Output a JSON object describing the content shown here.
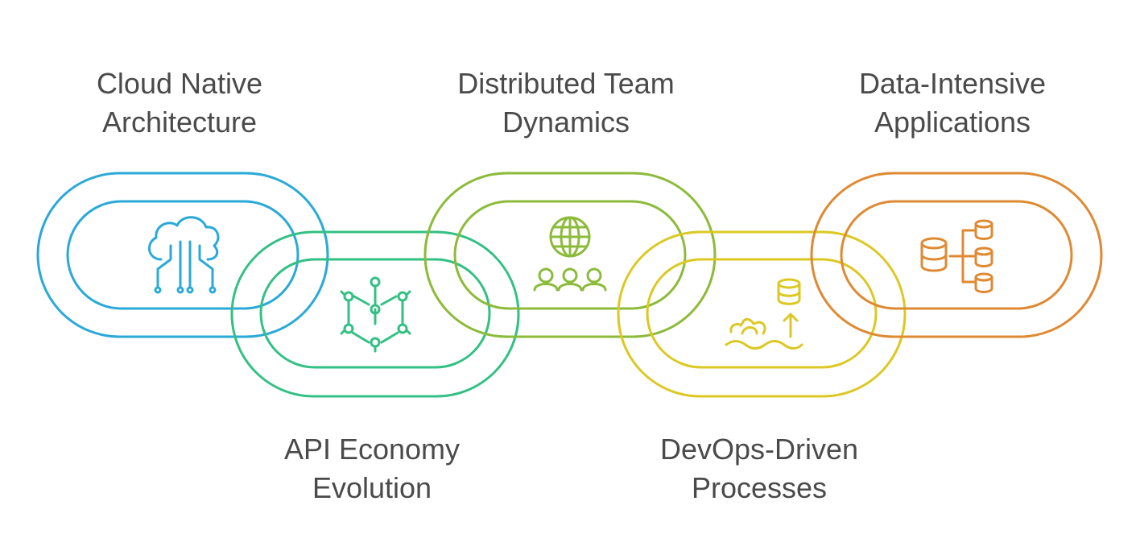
{
  "links": [
    {
      "id": "cloud-native",
      "color": "#2aa9d8",
      "icon": "cloud-circuit-icon",
      "label": [
        "Cloud Native",
        "Architecture"
      ]
    },
    {
      "id": "api-economy",
      "color": "#33c084",
      "icon": "network-nodes-icon",
      "label": [
        "API Economy",
        "Evolution"
      ]
    },
    {
      "id": "distributed-team",
      "color": "#8cbb3a",
      "icon": "globe-team-icon",
      "label": [
        "Distributed Team",
        "Dynamics"
      ]
    },
    {
      "id": "devops-driven",
      "color": "#dcc822",
      "icon": "gear-database-icon",
      "label": [
        "DevOps-Driven",
        "Processes"
      ]
    },
    {
      "id": "data-intensive",
      "color": "#df8a32",
      "icon": "database-tree-icon",
      "label": [
        "Data-Intensive",
        "Applications"
      ]
    }
  ]
}
